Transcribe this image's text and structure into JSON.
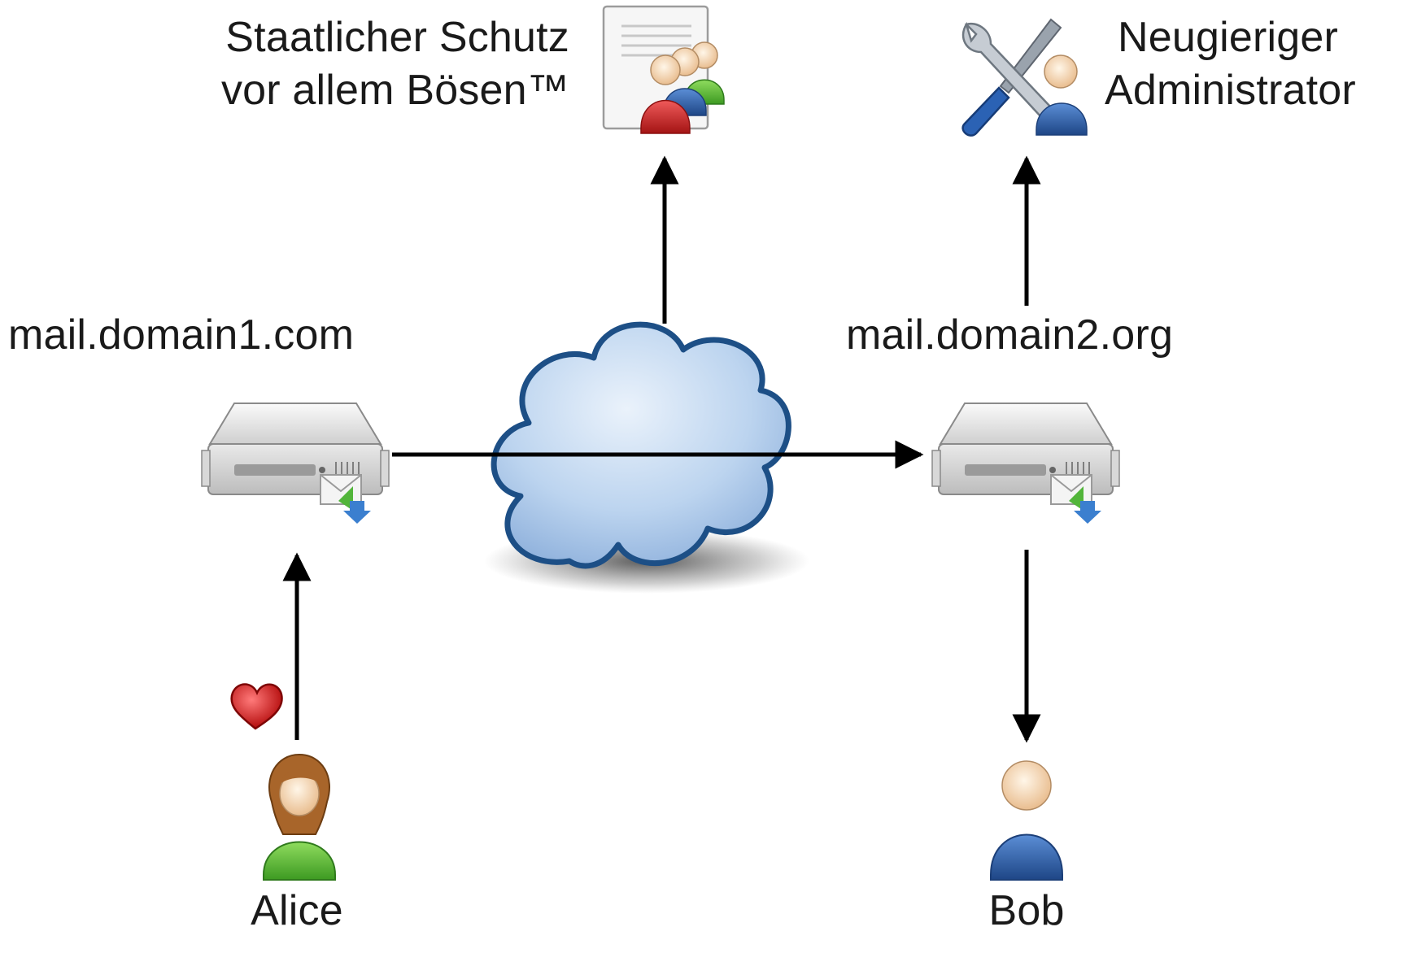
{
  "nodes": {
    "gov": {
      "label_lines": [
        "Staatlicher Schutz",
        "vor allem Bösen™"
      ]
    },
    "admin": {
      "label_lines": [
        "Neugieriger",
        "Administrator"
      ]
    },
    "server1": {
      "label": "mail.domain1.com"
    },
    "server2": {
      "label": "mail.domain2.org"
    },
    "alice": {
      "label": "Alice"
    },
    "bob": {
      "label": "Bob"
    }
  },
  "colors": {
    "arrow": "#000000",
    "cloud_fill": "#b9d2ee",
    "cloud_stroke": "#1d4f86",
    "server_body": "#d6d6d6",
    "alice_shirt": "#5cbc3a",
    "bob_shirt": "#2f5fa8",
    "heart": "#d01818",
    "gov_red": "#c71f1f",
    "gov_blue": "#5d8fd1",
    "gov_green": "#55b83a",
    "tool_blue": "#2b62b4"
  },
  "icons": [
    "document-group-icon",
    "tools-admin-icon",
    "mail-server-icon",
    "cloud-icon",
    "heart-icon",
    "user-female-icon",
    "user-male-icon"
  ]
}
